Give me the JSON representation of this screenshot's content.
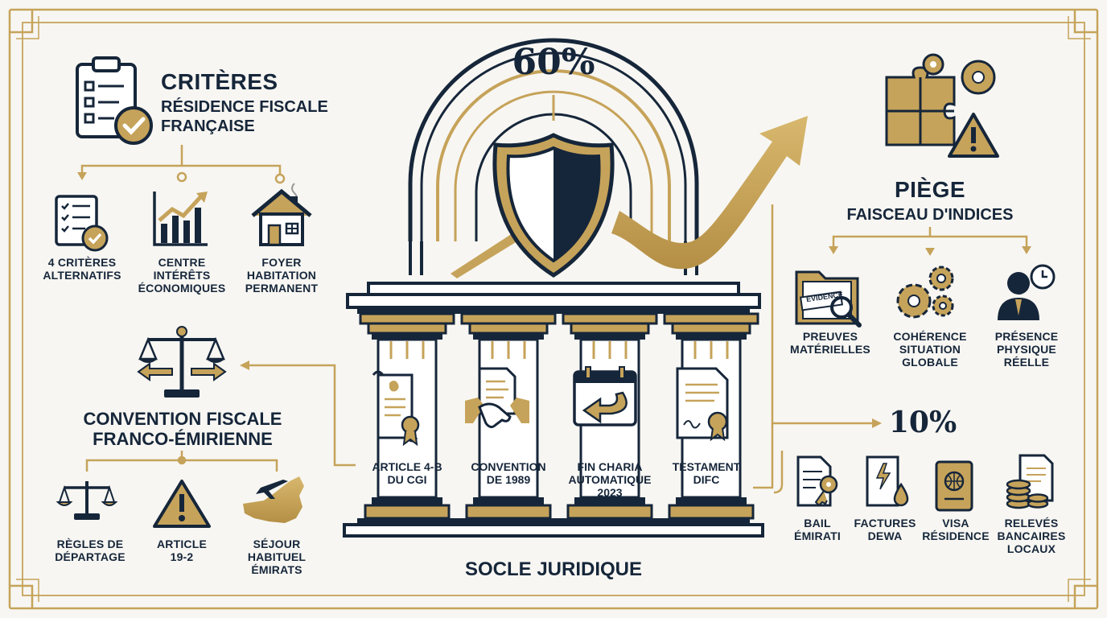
{
  "colors": {
    "navy": "#16263a",
    "gold": "#c6a35a",
    "background": "#f7f6f2"
  },
  "criteria": {
    "title": "Critères",
    "subtitle_line1": "Résidence fiscale",
    "subtitle_line2": "française",
    "icon": "checklist-icon",
    "items": [
      {
        "icon": "checklist-icon",
        "line1": "4 critères",
        "line2": "alternatifs",
        "line3": ""
      },
      {
        "icon": "growth-chart-icon",
        "line1": "Centre",
        "line2": "intérêts",
        "line3": "économiques"
      },
      {
        "icon": "house-icon",
        "line1": "Foyer",
        "line2": "habitation",
        "line3": "permanent"
      }
    ]
  },
  "convention": {
    "title_line1": "Convention fiscale",
    "title_line2": "franco-émirienne",
    "icon": "scales-icon",
    "items": [
      {
        "icon": "scales-icon",
        "line1": "Règles de",
        "line2": "départage",
        "line3": ""
      },
      {
        "icon": "warning-icon",
        "line1": "Article",
        "line2": "19-2",
        "line3": ""
      },
      {
        "icon": "uae-map-plane-icon",
        "line1": "Séjour",
        "line2": "habituel",
        "line3": "Émirats"
      }
    ]
  },
  "center": {
    "percent": "60%",
    "footer": "Socle juridique",
    "pillars": [
      {
        "icon": "scroll-seal-icon",
        "line1": "Article 4-B",
        "line2": "du CGI",
        "line3": ""
      },
      {
        "icon": "handshake-icon",
        "line1": "Convention",
        "line2": "de 1989",
        "line3": ""
      },
      {
        "icon": "calendar-arrow-icon",
        "line1": "Fin charia",
        "line2": "automatique",
        "line3": "2023"
      },
      {
        "icon": "certificate-icon",
        "line1": "Testament",
        "line2": "DIFC",
        "line3": ""
      }
    ]
  },
  "trap": {
    "title": "Piège",
    "subtitle": "Faisceau d'indices",
    "icon": "puzzle-gears-warning-icon",
    "items": [
      {
        "icon": "evidence-folder-icon",
        "stamp": "EVIDENCE",
        "line1": "Preuves",
        "line2": "matérielles",
        "line3": ""
      },
      {
        "icon": "gears-icon",
        "line1": "Cohérence",
        "line2": "situation",
        "line3": "globale"
      },
      {
        "icon": "person-clock-icon",
        "line1": "Présence",
        "line2": "physique",
        "line3": "réelle"
      }
    ]
  },
  "local": {
    "percent": "10%",
    "items": [
      {
        "icon": "lease-key-icon",
        "line1": "Bail",
        "line2": "émirati",
        "line3": ""
      },
      {
        "icon": "utility-bill-icon",
        "line1": "Factures",
        "line2": "DEWA",
        "line3": ""
      },
      {
        "icon": "passport-icon",
        "line1": "Visa",
        "line2": "résidence",
        "line3": ""
      },
      {
        "icon": "bank-statement-coins-icon",
        "line1": "Relevés",
        "line2": "bancaires",
        "line3": "locaux"
      }
    ]
  }
}
